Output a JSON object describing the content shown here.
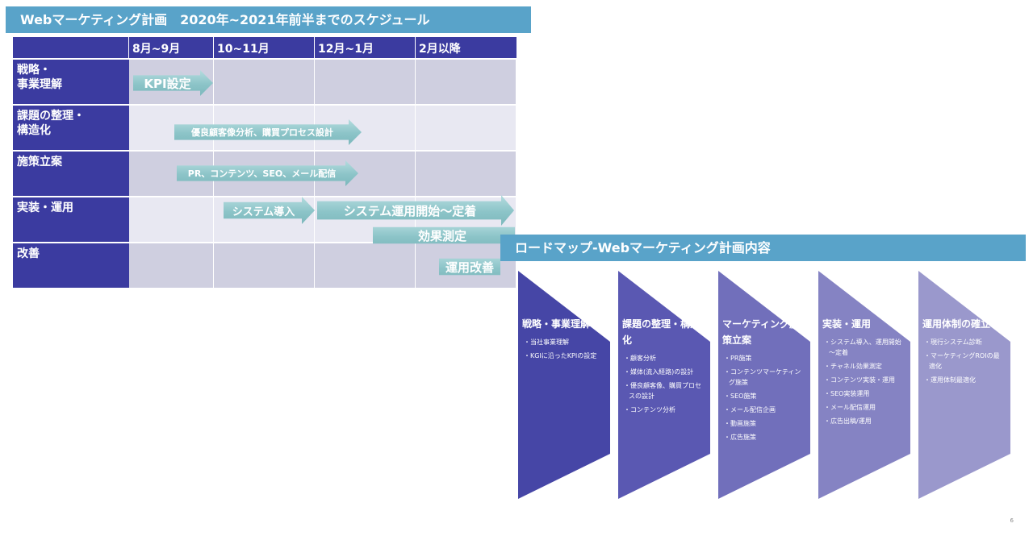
{
  "schedule": {
    "title": "Webマーケティング計画　2020年~2021年前半までのスケジュール",
    "columns": [
      "",
      "8月~9月",
      "10~11月",
      "12月~1月",
      "2月以降"
    ],
    "rows": [
      "戦略・\n事業理解",
      "課題の整理・\n構造化",
      "施策立案",
      "実装・運用",
      "改善"
    ],
    "arrows": [
      "KPI設定",
      "優良顧客像分析、購買プロセス設計",
      "PR、コンテンツ、SEO、メール配信",
      "システム導入",
      "システム運用開始～定着",
      "効果測定",
      "運用改善"
    ]
  },
  "roadmap": {
    "title": "ロードマップ-Webマーケティング計画内容",
    "colors": [
      "#4646a6",
      "#5a58b2",
      "#716fbb",
      "#8583c3",
      "#9a98cc"
    ],
    "stages": [
      {
        "title": "戦略・事業理解",
        "items": [
          "当社事業理解",
          "KGIに沿ったKPIの設定"
        ]
      },
      {
        "title": "課題の整理・構造化",
        "items": [
          "顧客分析",
          "媒体(流入経路)の設計",
          "優良顧客像、購買プロセスの設計",
          "コンテンツ分析"
        ]
      },
      {
        "title": "マーケティング施策立案",
        "items": [
          "PR施策",
          "コンテンツマーケティング施策",
          "SEO施策",
          "メール配信企画",
          "動画施策",
          "広告施策"
        ]
      },
      {
        "title": "実装・運用",
        "items": [
          "システム導入、運用開始～定着",
          "チャネル効果測定",
          "コンテンツ実装・運用",
          "SEO実装運用",
          "メール配信運用",
          "広告出稿/運用"
        ]
      },
      {
        "title": "運用体制の確立",
        "items": [
          "現行システム診断",
          "マーケティングROIの最適化",
          "運用体制最適化"
        ]
      }
    ]
  },
  "page_number": "6"
}
